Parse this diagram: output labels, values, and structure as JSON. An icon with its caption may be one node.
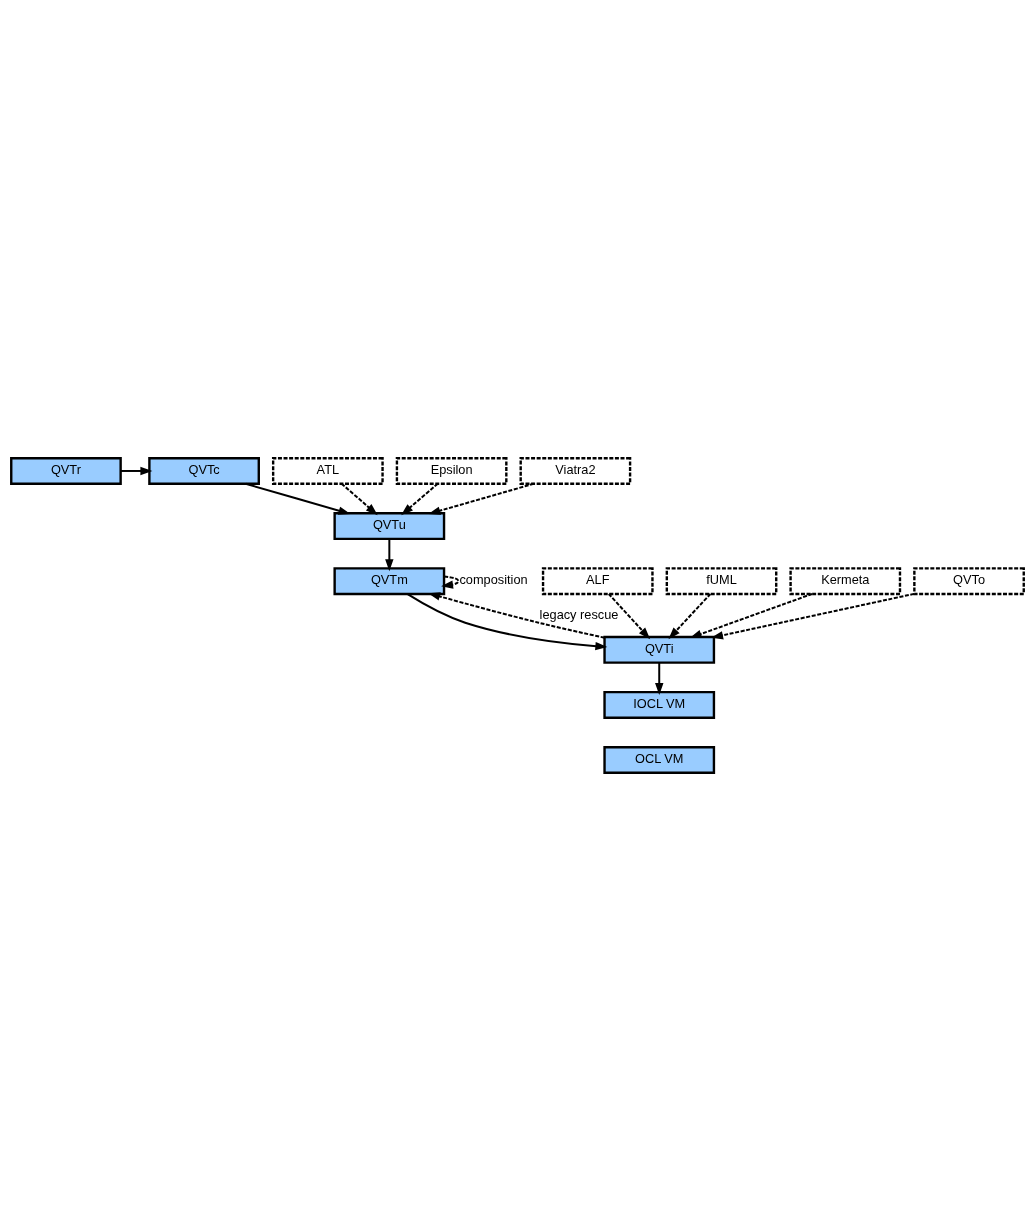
{
  "diagram": {
    "nodes": [
      {
        "text": [
          "QVTr"
        ]
      },
      {
        "text": [
          "QVTc"
        ]
      },
      {
        "text": [
          "ATL"
        ]
      },
      {
        "text": [
          "Epsilon"
        ]
      },
      {
        "text": [
          "Viatra2"
        ]
      },
      {
        "text": [
          "QVTu"
        ]
      },
      {
        "text": [
          "QVTm"
        ]
      },
      {
        "text": [
          "ALF"
        ]
      },
      {
        "text": [
          "fUML"
        ]
      },
      {
        "text": [
          "Kermeta"
        ]
      },
      {
        "text": [
          "QVTi"
        ]
      },
      {
        "text": [
          "QVTo"
        ]
      },
      {
        "text": [
          "IOCL VM"
        ]
      },
      {
        "text": [
          "OCL VM"
        ]
      }
    ],
    "edges": [
      {
        "from": 0,
        "to": 1,
        "arrow": "to"
      },
      {
        "from": 1,
        "to": 5,
        "arrow": "to"
      },
      {
        "from": 2,
        "to": 5,
        "arrow": "to",
        "style": "dashed"
      },
      {
        "from": 3,
        "to": 5,
        "arrow": "to",
        "style": "dashed"
      },
      {
        "from": 4,
        "to": 5,
        "arrow": "to",
        "style": "dashed"
      },
      {
        "from": 5,
        "to": 6,
        "arrow": "to"
      },
      {
        "from": 6,
        "to": 6,
        "arrow": "to",
        "style": "dashed",
        "label": "composition"
      },
      {
        "from": 6,
        "to": 10,
        "arrow": "to"
      },
      {
        "from": 10,
        "to": 6,
        "arrow": "to",
        "style": "dashed",
        "label": "legacy rescue"
      },
      {
        "from": 7,
        "to": 10,
        "arrow": "to",
        "style": "dashed"
      },
      {
        "from": 8,
        "to": 10,
        "arrow": "to",
        "style": "dashed"
      },
      {
        "from": 9,
        "to": 10,
        "arrow": "to",
        "style": "dashed"
      },
      {
        "from": 11,
        "to": 10,
        "arrow": "to",
        "style": "dashed"
      },
      {
        "from": 10,
        "to": 12,
        "arrow": "to"
      }
    ]
  }
}
